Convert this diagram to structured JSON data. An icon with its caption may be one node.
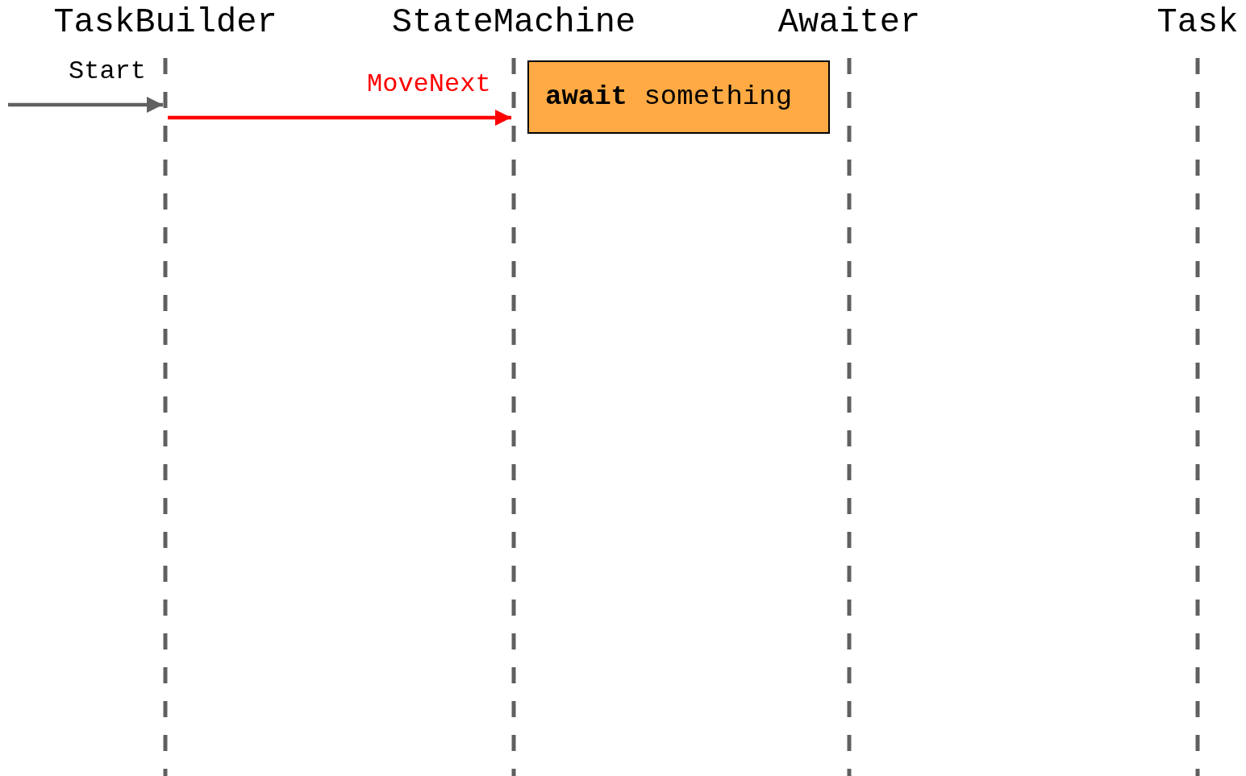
{
  "diagram": {
    "nodes": [
      {
        "text": [
          "TaskBuilder"
        ]
      },
      {
        "text": [
          "StateMachine"
        ]
      },
      {
        "text": [
          "Awaiter"
        ]
      },
      {
        "text": [
          "Task"
        ]
      },
      {
        "text": [
          "**await** something"
        ]
      }
    ],
    "edges": [
      {
        "from": null,
        "to": 0,
        "label": "Start",
        "arrow": "to"
      },
      {
        "from": 0,
        "to": 1,
        "label": "MoveNext",
        "arrow": "to",
        "color": "#ff0000"
      }
    ]
  }
}
